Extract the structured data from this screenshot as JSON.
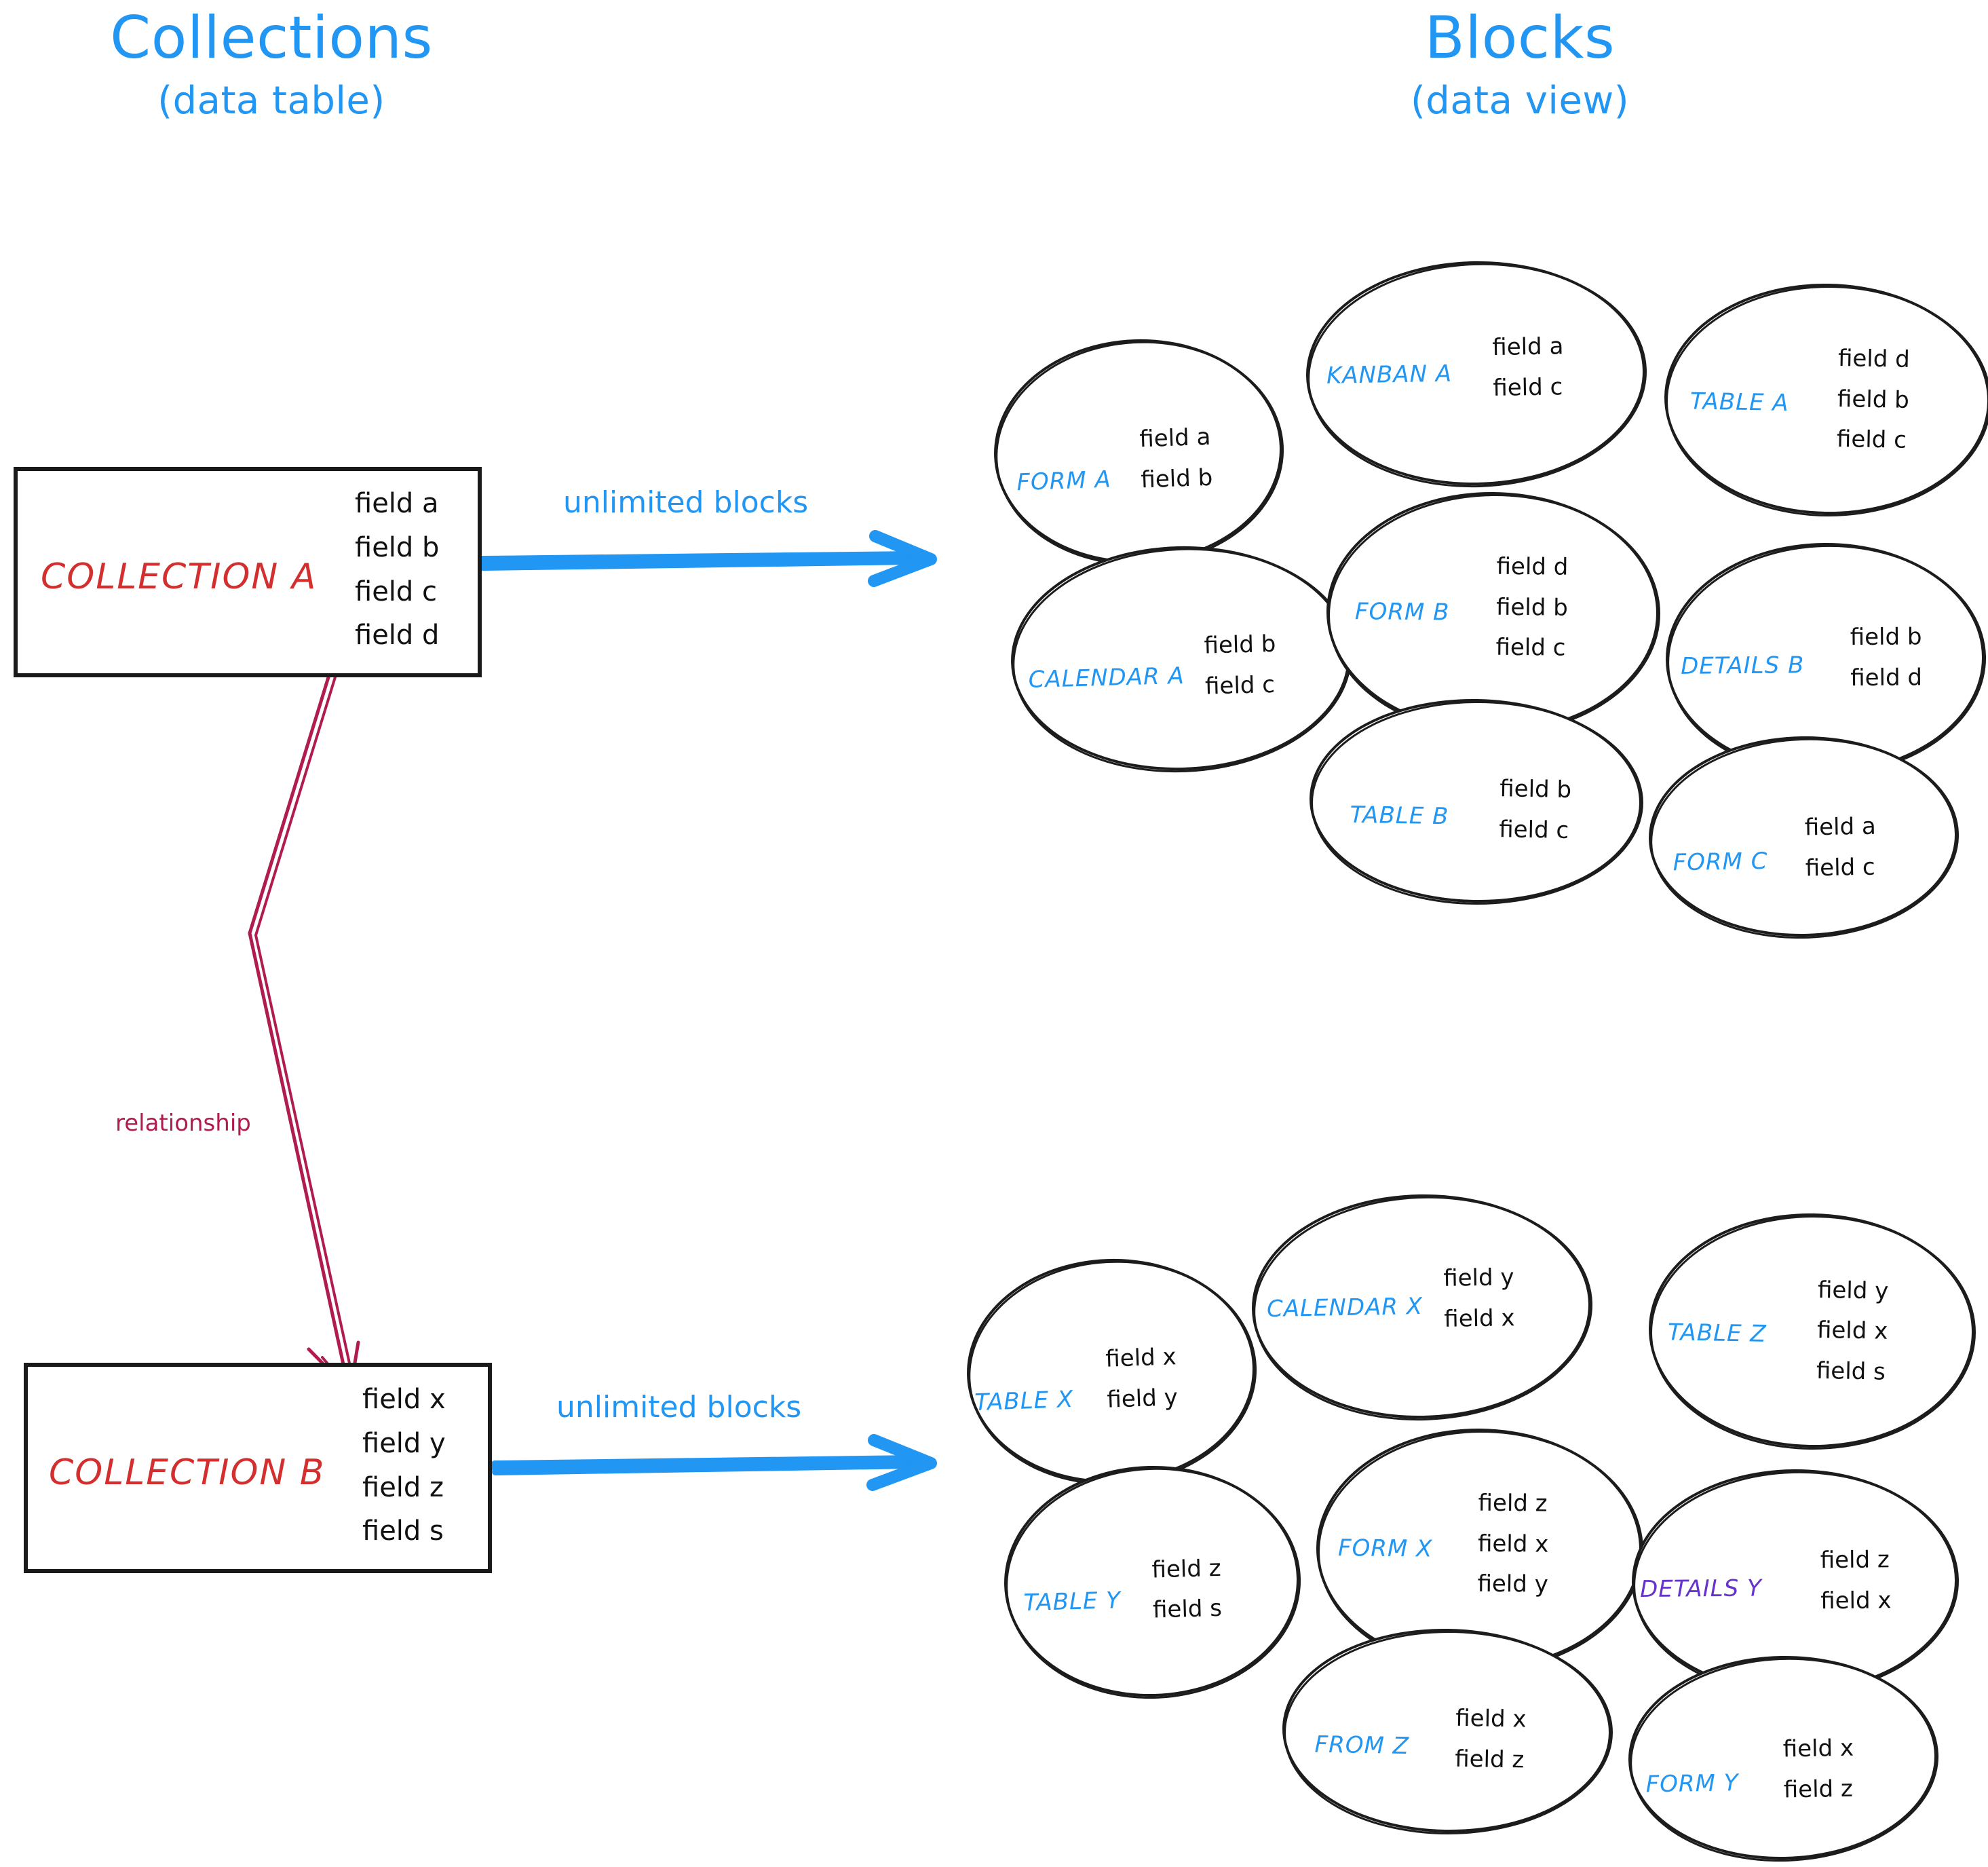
{
  "headings": {
    "left": {
      "main": "Collections",
      "sub": "(data table)"
    },
    "right": {
      "main": "Blocks",
      "sub": "(data view)"
    }
  },
  "colors": {
    "accent_blue": "#2196F3",
    "collection_red": "#d32f2f",
    "relationship_crimson": "#B01C50",
    "details_purple": "#6633CC",
    "ink_black": "#1c1c1c"
  },
  "collections": [
    {
      "name": "COLLECTION A",
      "fields": [
        "field a",
        "field b",
        "field c",
        "field d"
      ],
      "arrow_label": "unlimited blocks"
    },
    {
      "name": "COLLECTION B",
      "fields": [
        "field x",
        "field y",
        "field z",
        "field s"
      ],
      "arrow_label": "unlimited blocks"
    }
  ],
  "relationship": {
    "label": "relationship"
  },
  "blocks_top": [
    {
      "name": "FORM A",
      "fields": [
        "field a",
        "field b"
      ]
    },
    {
      "name": "KANBAN A",
      "fields": [
        "field a",
        "field c"
      ]
    },
    {
      "name": "TABLE A",
      "fields": [
        "field d",
        "field b",
        "field c"
      ]
    },
    {
      "name": "CALENDAR A",
      "fields": [
        "field b",
        "field c"
      ]
    },
    {
      "name": "FORM B",
      "fields": [
        "field d",
        "field b",
        "field c"
      ]
    },
    {
      "name": "DETAILS B",
      "fields": [
        "field b",
        "field d"
      ]
    },
    {
      "name": "TABLE B",
      "fields": [
        "field b",
        "field c"
      ]
    },
    {
      "name": "FORM C",
      "fields": [
        "field a",
        "field c"
      ]
    }
  ],
  "blocks_bottom": [
    {
      "name": "TABLE X",
      "fields": [
        "field x",
        "field y"
      ]
    },
    {
      "name": "CALENDAR X",
      "fields": [
        "field y",
        "field x"
      ]
    },
    {
      "name": "TABLE Z",
      "fields": [
        "field y",
        "field x",
        "field s"
      ]
    },
    {
      "name": "TABLE Y",
      "fields": [
        "field z",
        "field s"
      ]
    },
    {
      "name": "FORM X",
      "fields": [
        "field z",
        "field x",
        "field y"
      ]
    },
    {
      "name": "DETAILS Y",
      "fields": [
        "field z",
        "field x"
      ]
    },
    {
      "name": "FROM Z",
      "fields": [
        "field x",
        "field z"
      ]
    },
    {
      "name": "FORM Y",
      "fields": [
        "field x",
        "field z"
      ]
    }
  ]
}
